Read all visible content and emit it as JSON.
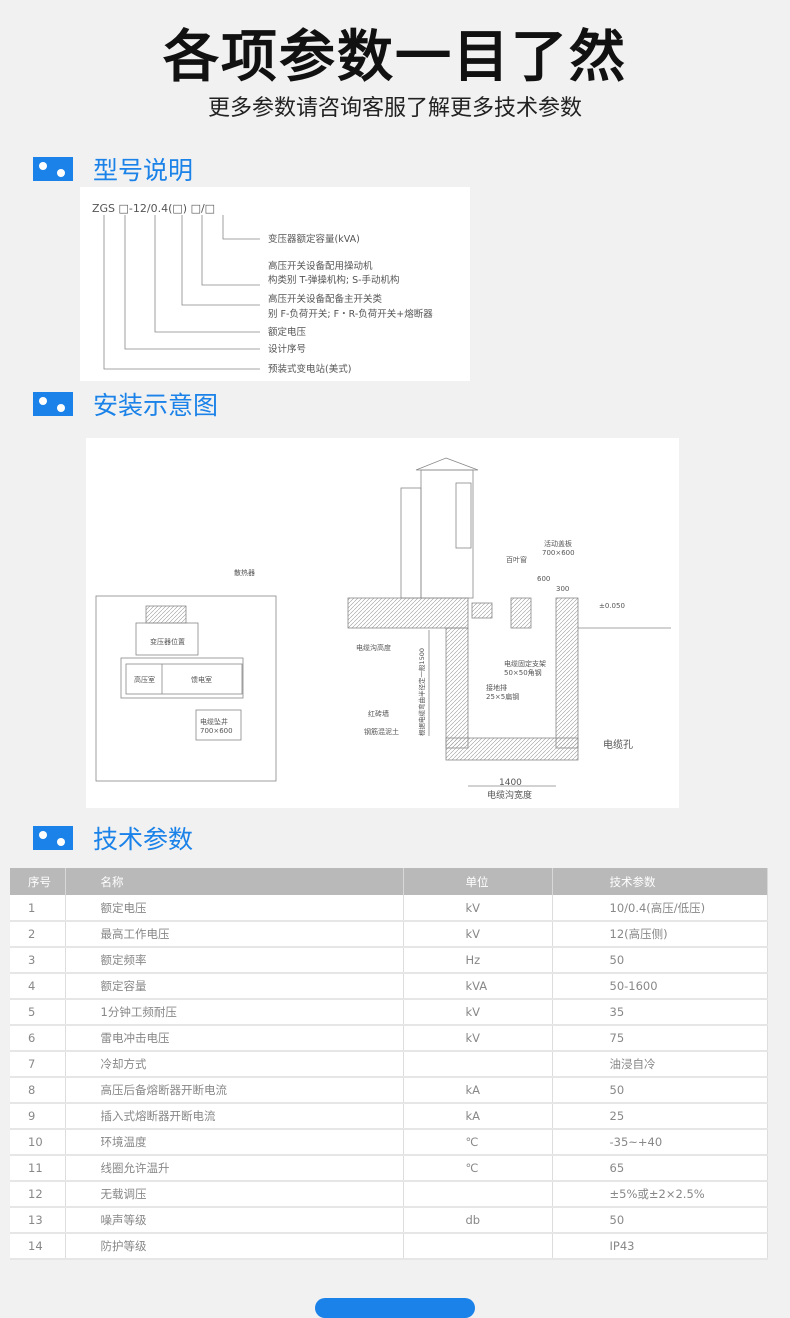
{
  "header": {
    "title": "各项参数一目了然",
    "subtitle": "更多参数请咨询客服了解更多技术参数"
  },
  "accent_color": "#1a82e8",
  "sections": [
    {
      "title": "型号说明"
    },
    {
      "title": "安装示意图"
    },
    {
      "title": "技术参数"
    }
  ],
  "model": {
    "code": "ZGS □-12/0.4(□) □/□",
    "labels": [
      "变压器额定容量(kVA)",
      "高压开关设备配用操动机",
      "构类别 T-弹操机构; S-手动机构",
      "高压开关设备配备主开关类",
      "别 F-负荷开关; F・R-负荷开关+熔断器",
      "额定电压",
      "设计序号",
      "预装式变电站(美式)"
    ]
  },
  "install": {
    "plan": {
      "radiator": "散热器",
      "transformer": "变压器位置",
      "hv": "高压室",
      "feeder": "馈电室",
      "pit": "电缆坠井",
      "pit_size": "700×600"
    },
    "section": {
      "louver": "百叶窗",
      "cover": "活动盖板",
      "cover_size": "700×600",
      "d600": "600",
      "d300": "300",
      "level": "±0.050",
      "trench_height": "电缆沟高度",
      "height_note": "根据电缆弯曲半径定一般1500",
      "brick": "红砖墙",
      "concrete": "钢筋混泥土",
      "bracket": "电缆固定支架",
      "bracket_size": "50×50角钢",
      "ground": "接地排",
      "ground_size": "25×5扁钢",
      "cable_hole": "电缆孔",
      "width_val": "1400",
      "width_label": "电缆沟宽度"
    }
  },
  "table": {
    "headers": [
      "序号",
      "名称",
      "单位",
      "技术参数"
    ],
    "rows": [
      [
        "1",
        "额定电压",
        "kV",
        "10/0.4(高压/低压)"
      ],
      [
        "2",
        "最高工作电压",
        "kV",
        "12(高压侧)"
      ],
      [
        "3",
        "额定频率",
        "Hz",
        "50"
      ],
      [
        "4",
        "额定容量",
        "kVA",
        "50-1600"
      ],
      [
        "5",
        "1分钟工频耐压",
        "kV",
        "35"
      ],
      [
        "6",
        "雷电冲击电压",
        "kV",
        "75"
      ],
      [
        "7",
        "冷却方式",
        "",
        "油浸自冷"
      ],
      [
        "8",
        "高压后备熔断器开断电流",
        "kA",
        "50"
      ],
      [
        "9",
        "插入式熔断器开断电流",
        "kA",
        "25"
      ],
      [
        "10",
        "环境温度",
        "℃",
        "-35~+40"
      ],
      [
        "11",
        "线圈允许温升",
        "℃",
        "65"
      ],
      [
        "12",
        "无载调压",
        "",
        "±5%或±2×2.5%"
      ],
      [
        "13",
        "噪声等级",
        "db",
        "50"
      ],
      [
        "14",
        "防护等级",
        "",
        "IP43"
      ]
    ]
  }
}
